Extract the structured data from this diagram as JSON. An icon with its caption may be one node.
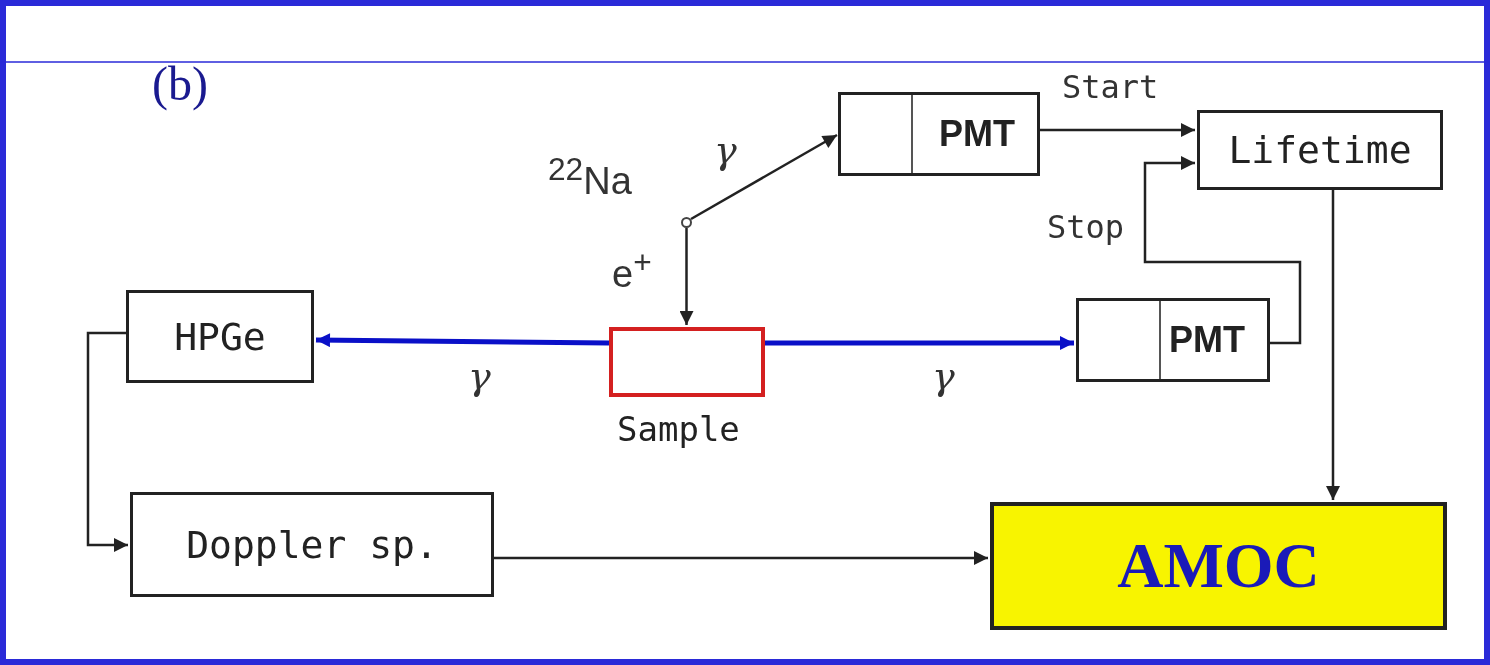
{
  "diagram": {
    "nodes": [
      {
        "text": [],
        "shape": "circle",
        "beside": [
          "$^{22}$Na"
        ]
      },
      {
        "text": [
          "PMT"
        ]
      },
      {
        "text": [
          "Lifetime"
        ]
      },
      {
        "text": [
          "HPGe"
        ]
      },
      {
        "text": [
          "Sample"
        ]
      },
      {
        "text": [
          "PMT"
        ]
      },
      {
        "text": [
          "Doppler sp."
        ]
      },
      {
        "text": [
          "AMOC"
        ]
      }
    ],
    "edges": [
      {
        "from": 0,
        "to": 1,
        "arrow": "to",
        "label": "γ"
      },
      {
        "from": 0,
        "to": 4,
        "arrow": "to",
        "label": "e$^{+}$"
      },
      {
        "from": 4,
        "to": 3,
        "arrow": "to",
        "label": "γ",
        "style": "thick",
        "color": "#0a10c8"
      },
      {
        "from": 4,
        "to": 5,
        "arrow": "to",
        "label": "γ",
        "style": "thick",
        "color": "#0a10c8"
      },
      {
        "from": 1,
        "to": 2,
        "arrow": "to",
        "label": "Start"
      },
      {
        "from": 5,
        "to": 2,
        "arrow": "to",
        "label": "Stop"
      },
      {
        "from": 2,
        "to": 7,
        "arrow": "to"
      },
      {
        "from": 3,
        "to": 6,
        "arrow": "to"
      },
      {
        "from": 6,
        "to": 7,
        "arrow": "to"
      }
    ],
    "labels": [
      "(b)"
    ]
  }
}
